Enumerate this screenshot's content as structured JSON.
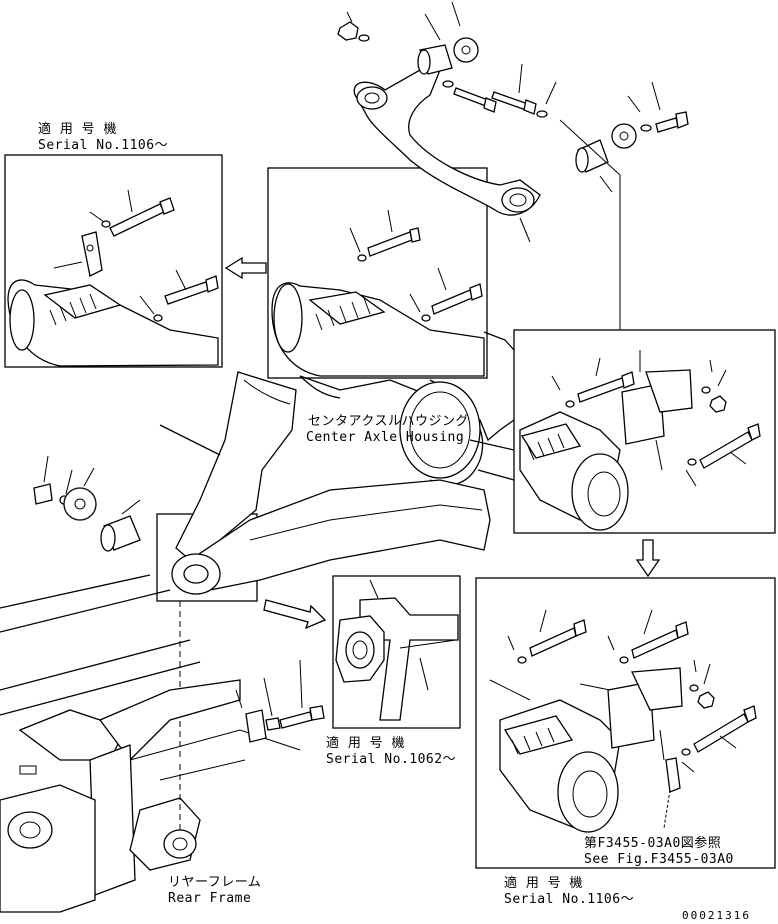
{
  "labels": {
    "serial_tl_jp": "適 用 号 機",
    "serial_tl_en": "Serial No.1106～",
    "center_jp": "センタアクスルハウジング",
    "center_en": "Center Axle Housing",
    "serial_mid_jp": "適 用 号 機",
    "serial_mid_en": "Serial No.1062～",
    "rear_jp": "リヤーフレーム",
    "rear_en": "Rear Frame",
    "see_fig_jp": "第F3455-03A0図参照",
    "see_fig_en": "See Fig.F3455-03A0",
    "serial_br_jp": "適 用 号 機",
    "serial_br_en": "Serial No.1106～",
    "doc_no": "00021316"
  }
}
